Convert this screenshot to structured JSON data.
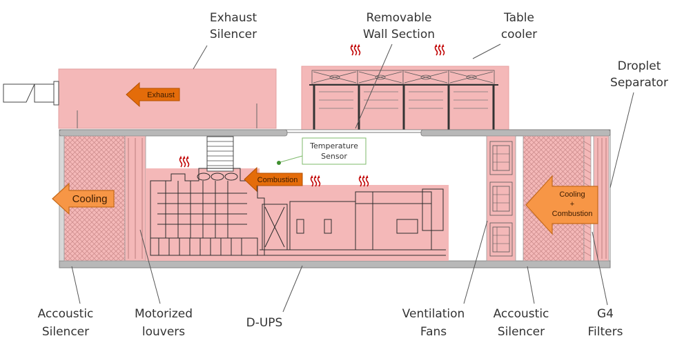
{
  "colors": {
    "zone_fill": "#f4b8b8",
    "zone_stroke": "#e8a0a0",
    "arrow_fill": "#f79646",
    "arrow_fill_dark": "#e46c0a",
    "container_wall": "#b0b0b0",
    "sensor_box": "#7db96a"
  },
  "labels": {
    "exhaust_silencer": [
      "Exhaust",
      "Silencer"
    ],
    "removable_wall": [
      "Removable",
      "Wall Section"
    ],
    "table_cooler": [
      "Table",
      "cooler"
    ],
    "droplet_separator": [
      "Droplet",
      "Separator"
    ],
    "accoustic_left": [
      "Accoustic",
      "Silencer"
    ],
    "motorized_louvers": [
      "Motorized",
      "louvers"
    ],
    "dups": "D-UPS",
    "ventilation_fans": [
      "Ventilation",
      "Fans"
    ],
    "accoustic_right": [
      "Accoustic",
      "Silencer"
    ],
    "g4_filters": [
      "G4",
      "Filters"
    ],
    "temperature_sensor": [
      "Temperature",
      "Sensor"
    ]
  },
  "arrows": {
    "exhaust": "Exhaust",
    "cooling": "Cooling",
    "combustion": "Combustion",
    "cooling_combustion": [
      "Cooling",
      "+",
      "Combustion"
    ]
  },
  "icons": [
    "heat-waves-icon",
    "radiator-fan-icon",
    "ventilation-fan-icon"
  ]
}
